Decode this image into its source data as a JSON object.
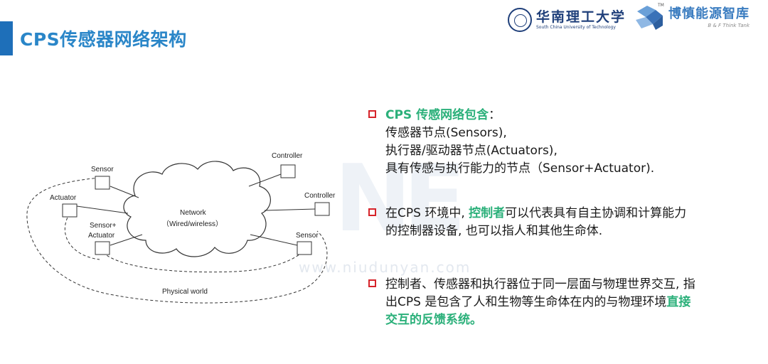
{
  "header": {
    "title": "CPS传感器网络架构",
    "logos": {
      "scut_cn": "华南理工大学",
      "scut_en": "South China University of Technology",
      "bs_cn": "博慎能源智库",
      "bs_en": "B & F Think Tank",
      "tm": "TM"
    }
  },
  "diagram": {
    "network_label": "Network",
    "network_sub": "（Wired/wireless）",
    "physical_world": "Physical world",
    "nodes": {
      "sensor_top": "Sensor",
      "actuator": "Actuator",
      "sensor_actuator_1": "Sensor+",
      "sensor_actuator_2": "Actuator",
      "controller_top": "Controller",
      "controller_right": "Controller",
      "sensor_right": "Sensor"
    }
  },
  "watermark": {
    "text": "www.niudunyan.com",
    "logo": "NE"
  },
  "bullets": {
    "b1_head": "CPS 传感网络包含",
    "b1_colon": "：",
    "b1_line1": "传感器节点(Sensors),",
    "b1_line2": "执行器/驱动器节点(Actuators),",
    "b1_line3": "具有传感与执行能力的节点（Sensor+Actuator).",
    "b2_pre": "在CPS 环境中, ",
    "b2_green": "控制者",
    "b2_post1": "可以代表具有自主协调和计算能力",
    "b2_post2": "的控制器设备, 也可以指人和其他生命体.",
    "b3_line1": "控制者、传感器和执行器位于同一层面与物理世界交互, 指",
    "b3_line2_pre": "出CPS 是包含了人和生物等生命体在内的与物理环境",
    "b3_line2_green": "直接",
    "b3_line3_green": "交互的反馈系统。"
  },
  "colors": {
    "title": "#2a86c8",
    "accent_bar": "#1e6fb9",
    "bullet_box": "#d6232a",
    "highlight": "#2bb07a"
  }
}
